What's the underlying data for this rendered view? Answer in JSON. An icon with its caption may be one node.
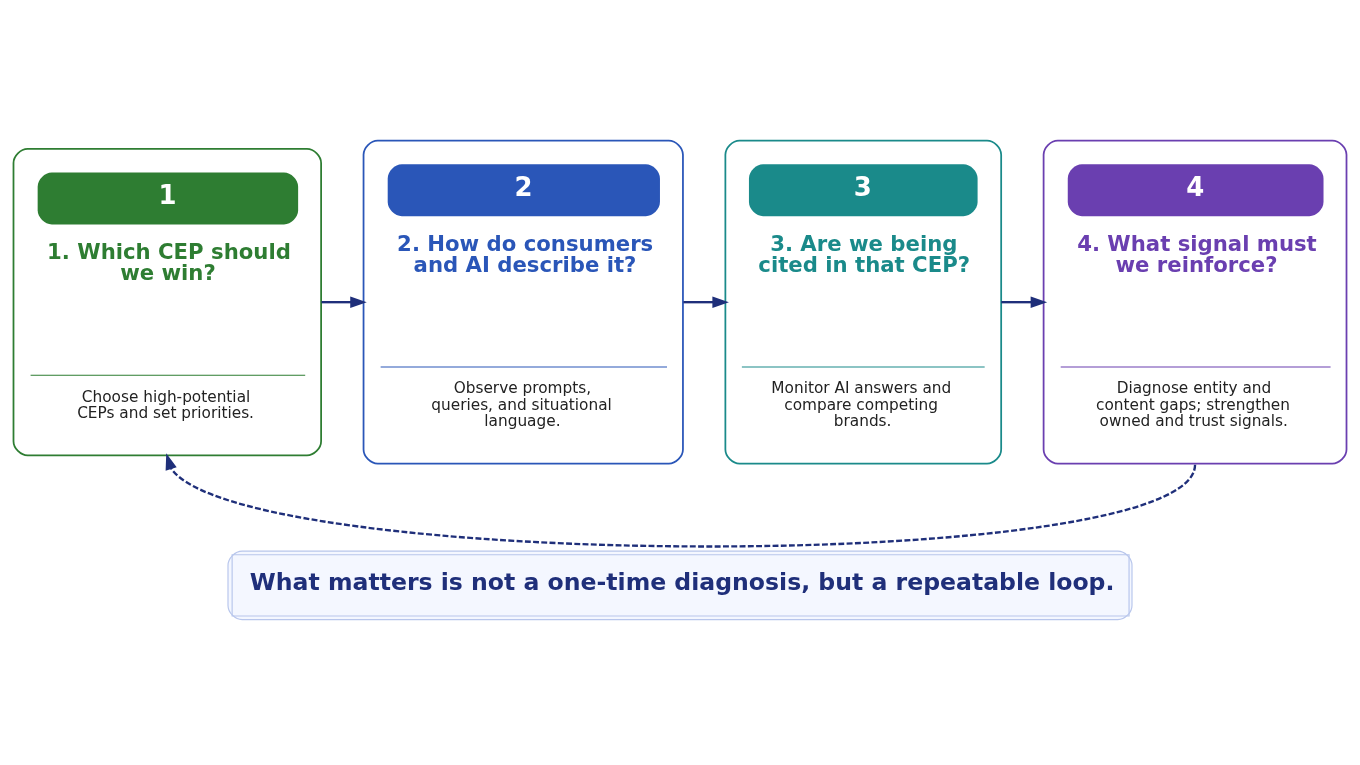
{
  "diagram": {
    "caption": "What matters is not a one-time diagnosis, but a repeatable loop.",
    "nodes": [
      {
        "text": [
          "1",
          "1. Which CEP should we win?",
          "Choose high-potential CEPs and set priorities."
        ]
      },
      {
        "text": [
          "2",
          "2. How do consumers and AI describe it?",
          "Observe prompts, queries, and situational language."
        ]
      },
      {
        "text": [
          "3",
          "3. Are we being cited in that CEP?",
          "Monitor AI answers and compare competing brands."
        ]
      },
      {
        "text": [
          "4",
          "4. What signal must we reinforce?",
          "Diagnose entity and content gaps; strengthen owned and trust signals."
        ]
      }
    ],
    "edges": [
      {
        "from": 0,
        "to": 1,
        "arrow": "to"
      },
      {
        "from": 1,
        "to": 2,
        "arrow": "to"
      },
      {
        "from": 2,
        "to": 3,
        "arrow": "to"
      },
      {
        "from": 3,
        "to": 0,
        "arrow": "to",
        "style": "dashed"
      }
    ]
  }
}
